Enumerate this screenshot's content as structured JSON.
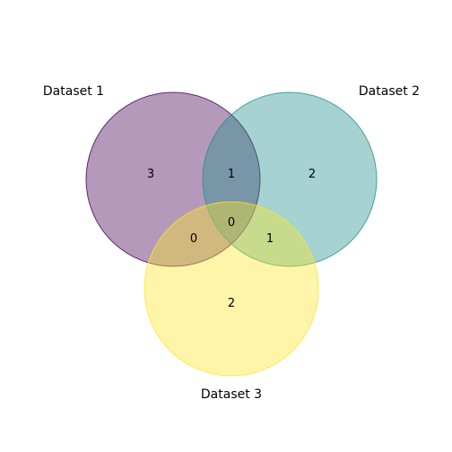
{
  "chart_data": {
    "type": "venn",
    "sets": [
      {
        "name": "Dataset 1",
        "color": "#440154",
        "opacity": 0.4
      },
      {
        "name": "Dataset 2",
        "color": "#21918c",
        "opacity": 0.4
      },
      {
        "name": "Dataset 3",
        "color": "#fde725",
        "opacity": 0.4
      }
    ],
    "regions": {
      "only_1": "3",
      "only_2": "2",
      "only_3": "2",
      "1_and_2": "1",
      "1_and_3": "0",
      "2_and_3": "1",
      "1_and_2_and_3": "0"
    }
  }
}
